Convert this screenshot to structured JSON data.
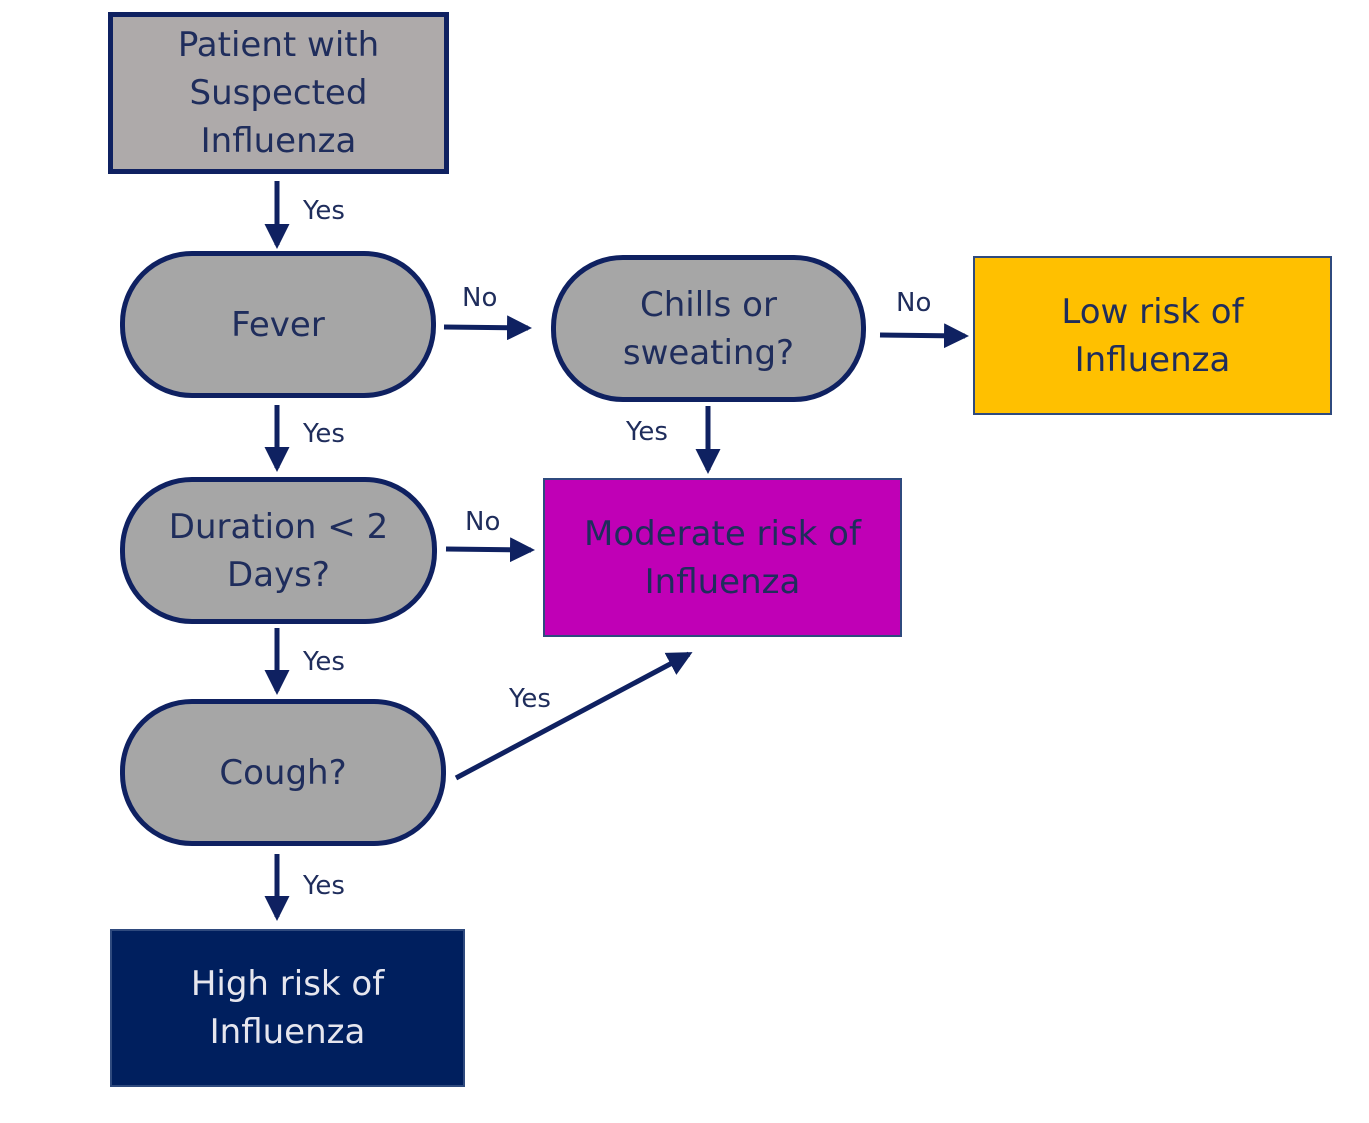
{
  "nodes": {
    "start": "Patient with\nSuspected\nInfluenza",
    "fever": "Fever",
    "chills": "Chills or\nsweating?",
    "duration": "Duration < 2\nDays?",
    "cough": "Cough?",
    "low_risk": "Low risk of\nInfluenza",
    "moderate_risk": "Moderate risk of\nInfluenza",
    "high_risk": "High risk of\nInfluenza"
  },
  "edges": {
    "start_to_fever": "Yes",
    "fever_to_chills": "No",
    "chills_to_low": "No",
    "fever_to_duration": "Yes",
    "chills_to_moderate": "Yes",
    "duration_to_moderate": "No",
    "duration_to_cough": "Yes",
    "cough_to_moderate": "Yes",
    "cough_to_high": "Yes"
  },
  "colors": {
    "border": "#0f2161",
    "start_fill": "#aeaaaa",
    "decision_fill": "#a6a6a6",
    "low_risk_fill": "#ffc000",
    "moderate_risk_fill": "#c000b6",
    "high_risk_fill": "#001f5e"
  }
}
